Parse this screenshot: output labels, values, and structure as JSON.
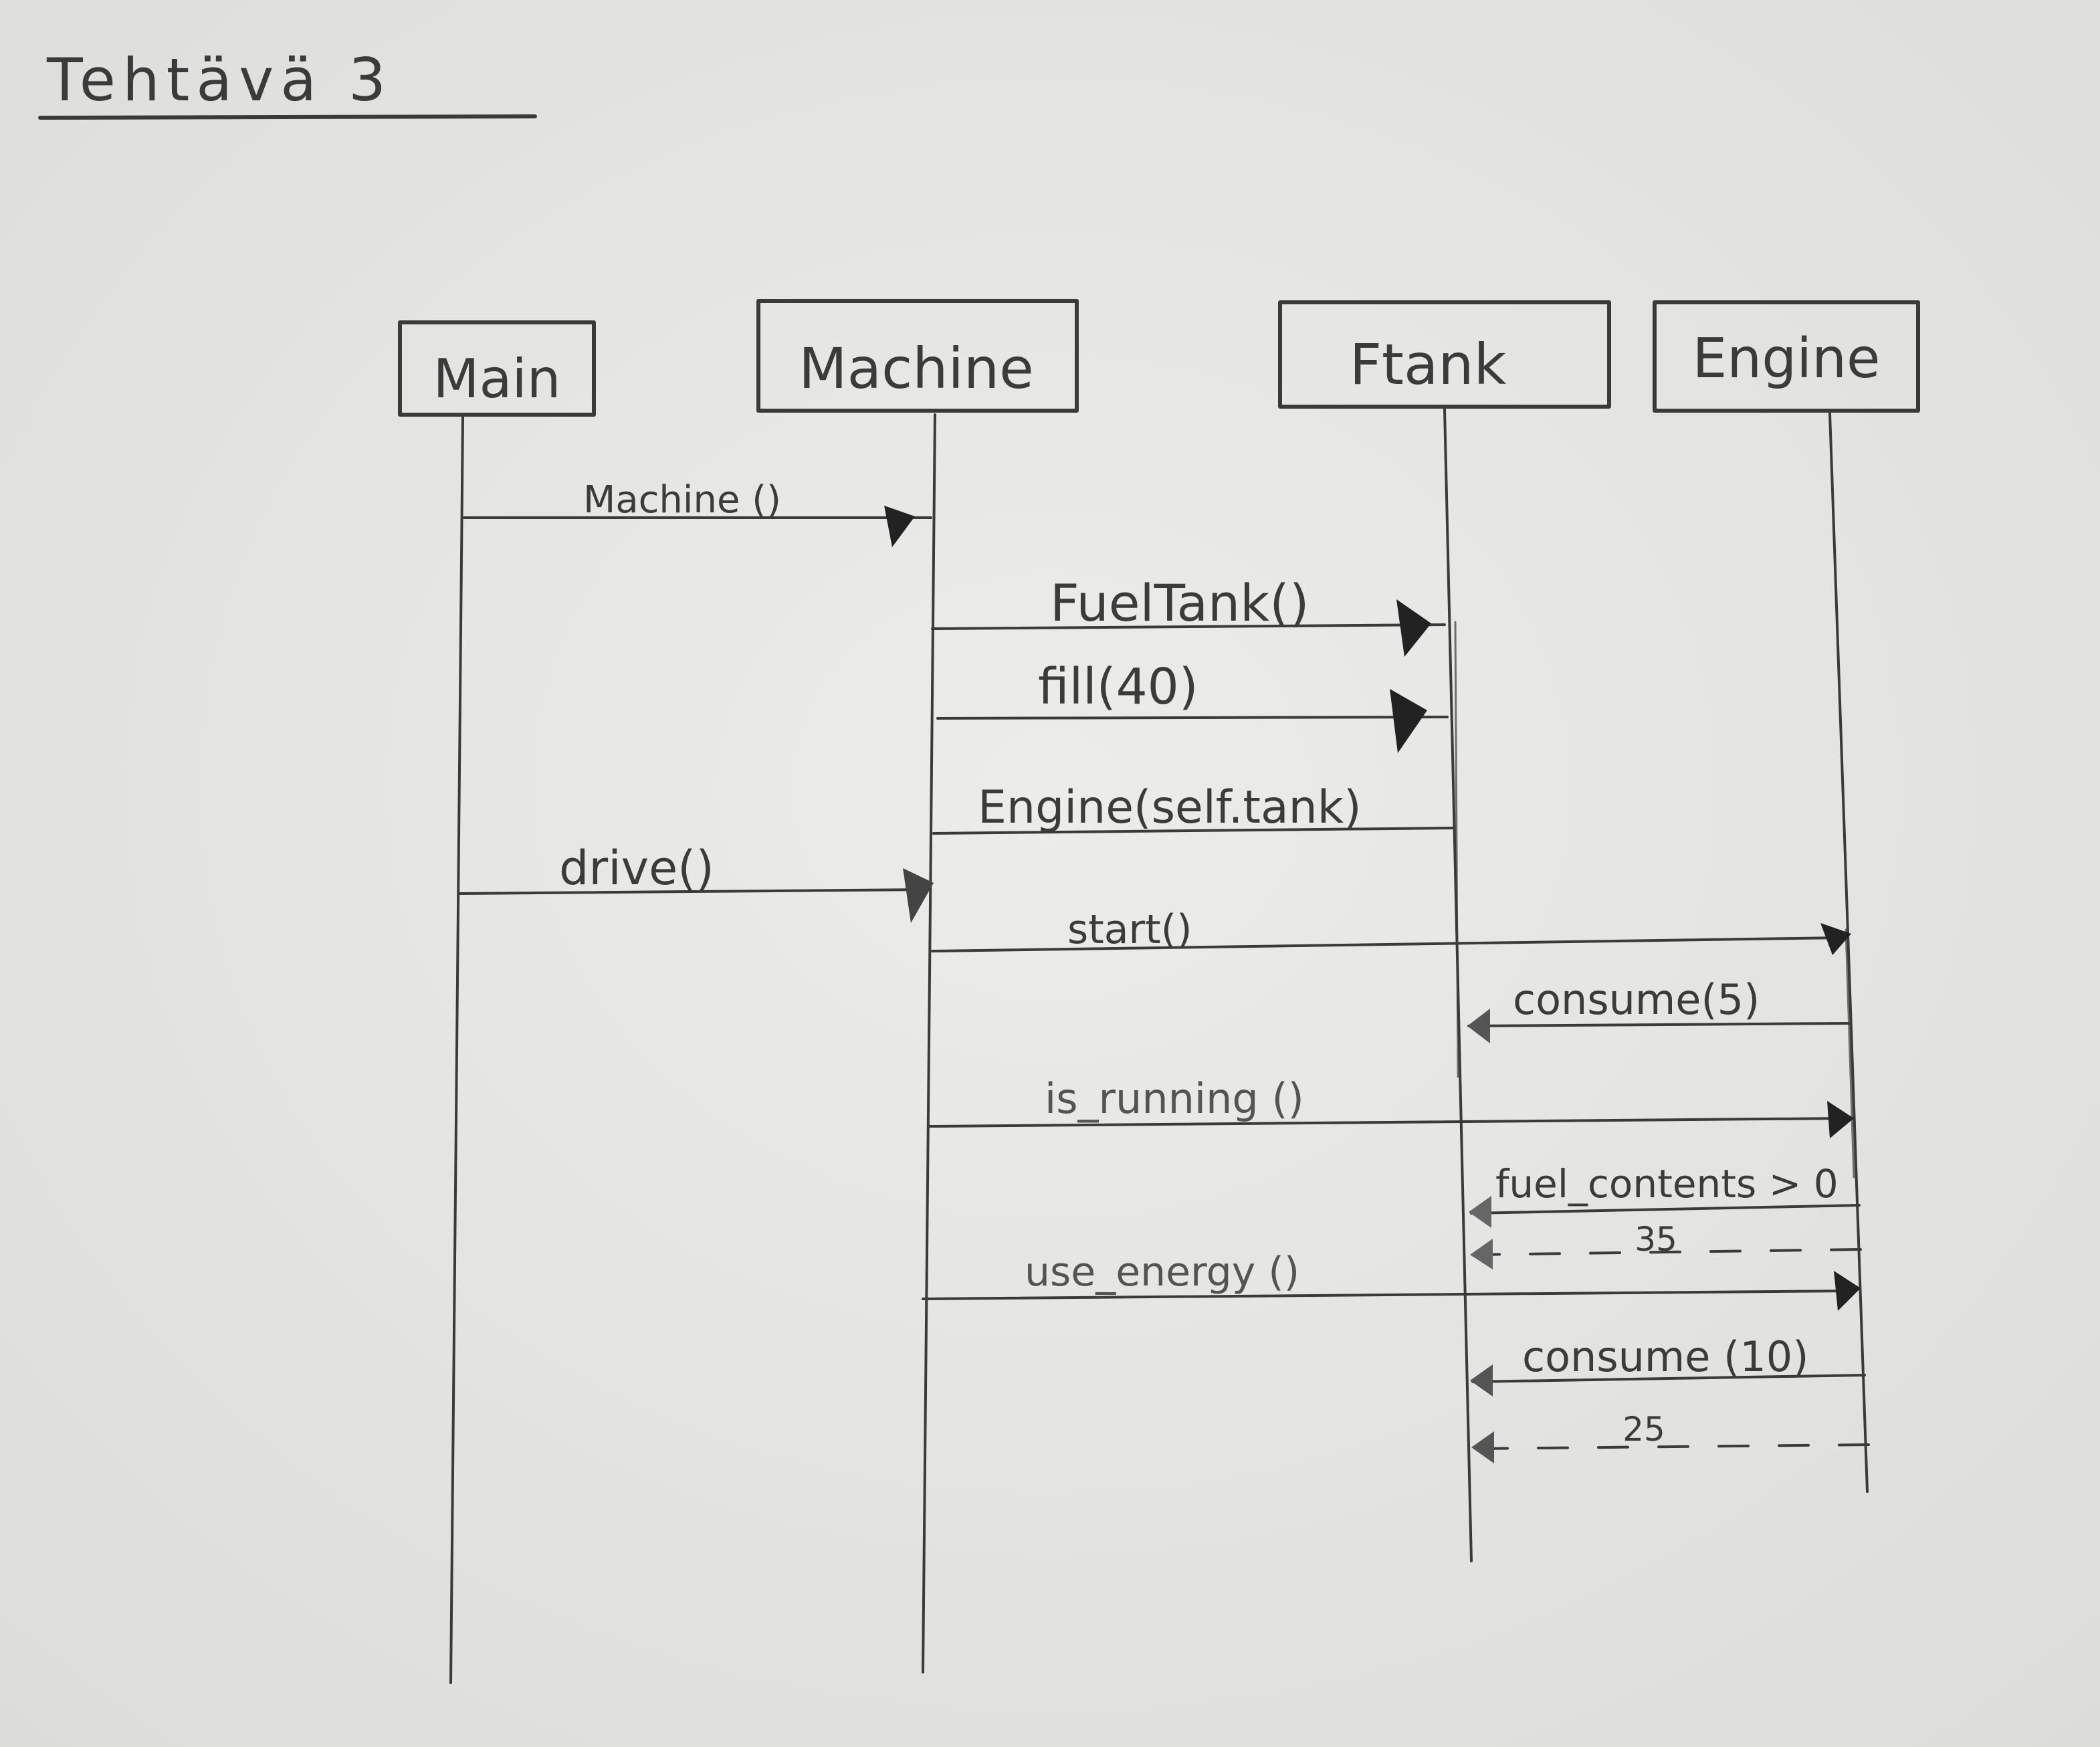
{
  "page": {
    "title": "Tehtävä 3"
  },
  "participants": [
    {
      "label": "Main"
    },
    {
      "label": "Machine"
    },
    {
      "label": "Ftank"
    },
    {
      "label": "Engine"
    }
  ],
  "messages": [
    {
      "label": "Machine ()",
      "kind": "call"
    },
    {
      "label": "FuelTank()",
      "kind": "call"
    },
    {
      "label": "fill(40)",
      "kind": "call"
    },
    {
      "label": "Engine(self.tank)",
      "kind": "call"
    },
    {
      "label": "drive()",
      "kind": "call"
    },
    {
      "label": "start()",
      "kind": "call"
    },
    {
      "label": "consume(5)",
      "kind": "call"
    },
    {
      "label": "is_running ()",
      "kind": "call"
    },
    {
      "label": "fuel_contents > 0",
      "kind": "call"
    },
    {
      "label": "35",
      "kind": "return"
    },
    {
      "label": "use_energy ()",
      "kind": "call"
    },
    {
      "label": "consume (10)",
      "kind": "call"
    },
    {
      "label": "25",
      "kind": "return"
    }
  ],
  "colors": {
    "paper": "#e6e6e4",
    "pencil": "#3a3a3a",
    "arrowhead": "#222222"
  }
}
